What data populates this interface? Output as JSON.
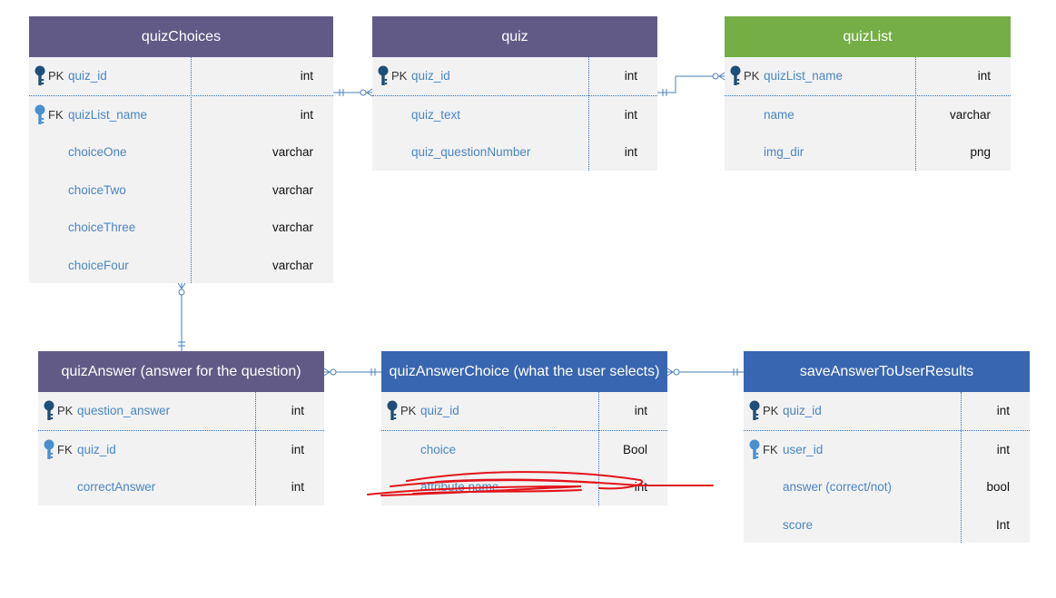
{
  "colors": {
    "purple": "#625a86",
    "green": "#74ae44",
    "blue": "#3966b1",
    "line": "#4a7fb5",
    "scribble": "#e1141b"
  },
  "entities": {
    "quizChoices": {
      "title": "quizChoices",
      "rows": [
        {
          "key": "PK",
          "name": "quiz_id",
          "type": "int"
        },
        {
          "key": "FK",
          "name": "quizList_name",
          "type": "int"
        },
        {
          "key": "",
          "name": "choiceOne",
          "type": "varchar"
        },
        {
          "key": "",
          "name": "choiceTwo",
          "type": "varchar"
        },
        {
          "key": "",
          "name": "choiceThree",
          "type": "varchar"
        },
        {
          "key": "",
          "name": "choiceFour",
          "type": "varchar"
        }
      ]
    },
    "quiz": {
      "title": "quiz",
      "rows": [
        {
          "key": "PK",
          "name": "quiz_id",
          "type": "int"
        },
        {
          "key": "",
          "name": "quiz_text",
          "type": "int"
        },
        {
          "key": "",
          "name": "quiz_questionNumber",
          "type": "int"
        }
      ]
    },
    "quizList": {
      "title": "quizList",
      "rows": [
        {
          "key": "PK",
          "name": "quizList_name",
          "type": "int"
        },
        {
          "key": "",
          "name": "name",
          "type": "varchar"
        },
        {
          "key": "",
          "name": "img_dir",
          "type": "png"
        }
      ]
    },
    "quizAnswer": {
      "title": "quizAnswer (answer for the question)",
      "rows": [
        {
          "key": "PK",
          "name": "question_answer",
          "type": "int"
        },
        {
          "key": "FK",
          "name": "quiz_id",
          "type": "int"
        },
        {
          "key": "",
          "name": "correctAnswer",
          "type": "int"
        }
      ]
    },
    "quizAnswerChoice": {
      "title": "quizAnswerChoice (what the user selects)",
      "rows": [
        {
          "key": "PK",
          "name": "quiz_id",
          "type": "int"
        },
        {
          "key": "",
          "name": "choice",
          "type": "Bool"
        },
        {
          "key": "",
          "name": "attribute name",
          "type": "int"
        }
      ]
    },
    "saveAnswerToUserResults": {
      "title": "saveAnswerToUserResults",
      "rows": [
        {
          "key": "PK",
          "name": "quiz_id",
          "type": "int"
        },
        {
          "key": "FK",
          "name": "user_id",
          "type": "int"
        },
        {
          "key": "",
          "name": "answer (correct/not)",
          "type": "bool"
        },
        {
          "key": "",
          "name": "score",
          "type": "Int"
        }
      ]
    }
  }
}
